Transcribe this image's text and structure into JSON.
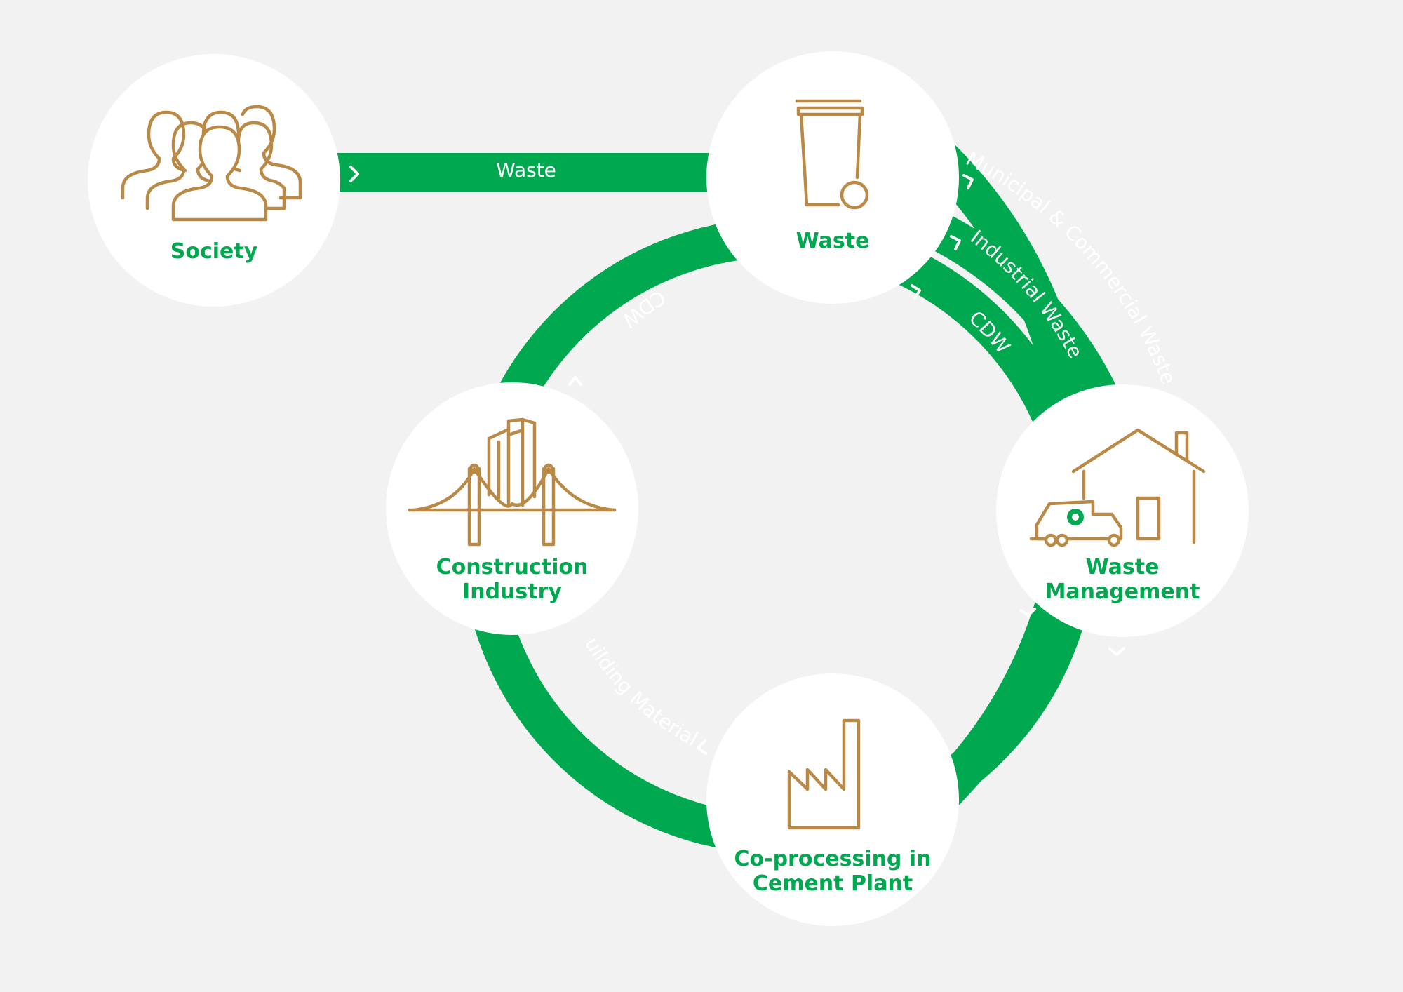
{
  "colors": {
    "background": "#f2f2f2",
    "flow_green": "#00a84f",
    "node_fill": "#ffffff",
    "icon_gold": "#b98945",
    "label_green": "#00a84f"
  },
  "nodes": {
    "society": {
      "label_lines": [
        "Society"
      ],
      "icon": "people-group-icon"
    },
    "waste": {
      "label_lines": [
        "Waste"
      ],
      "icon": "wheelie-bin-icon"
    },
    "construction": {
      "label_lines": [
        "Construction",
        "Industry"
      ],
      "icon": "bridge-buildings-icon"
    },
    "waste_management": {
      "label_lines": [
        "Waste",
        "Management"
      ],
      "icon": "house-garbage-truck-icon"
    },
    "coprocessing": {
      "label_lines": [
        "Co-processing in",
        "Cement Plant"
      ],
      "icon": "factory-icon"
    }
  },
  "flows": {
    "society_to_waste": "Waste",
    "cdw_outer_left": "CDW",
    "cdw_inner_right": "CDW",
    "industrial": "Industrial Waste",
    "municipal": "Municipal & Commercial Waste",
    "building_materials": "Building Materials"
  }
}
